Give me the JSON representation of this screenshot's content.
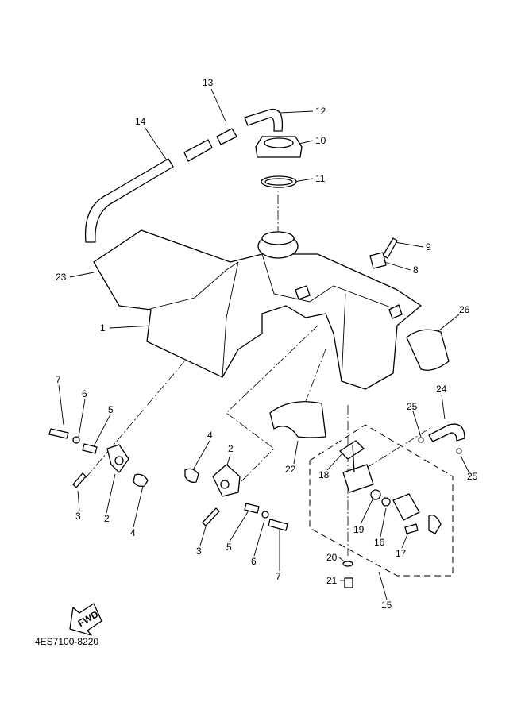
{
  "diagram": {
    "part_code": "4ES7100-8220",
    "fwd_label": "FWD",
    "callouts": [
      "13",
      "12",
      "14",
      "10",
      "11",
      "9",
      "8",
      "23",
      "26",
      "1",
      "7",
      "6",
      "5",
      "24",
      "25",
      "4",
      "2",
      "22",
      "18",
      "25",
      "3",
      "2",
      "4",
      "19",
      "16",
      "17",
      "3",
      "5",
      "6",
      "7",
      "20",
      "21",
      "15"
    ]
  }
}
